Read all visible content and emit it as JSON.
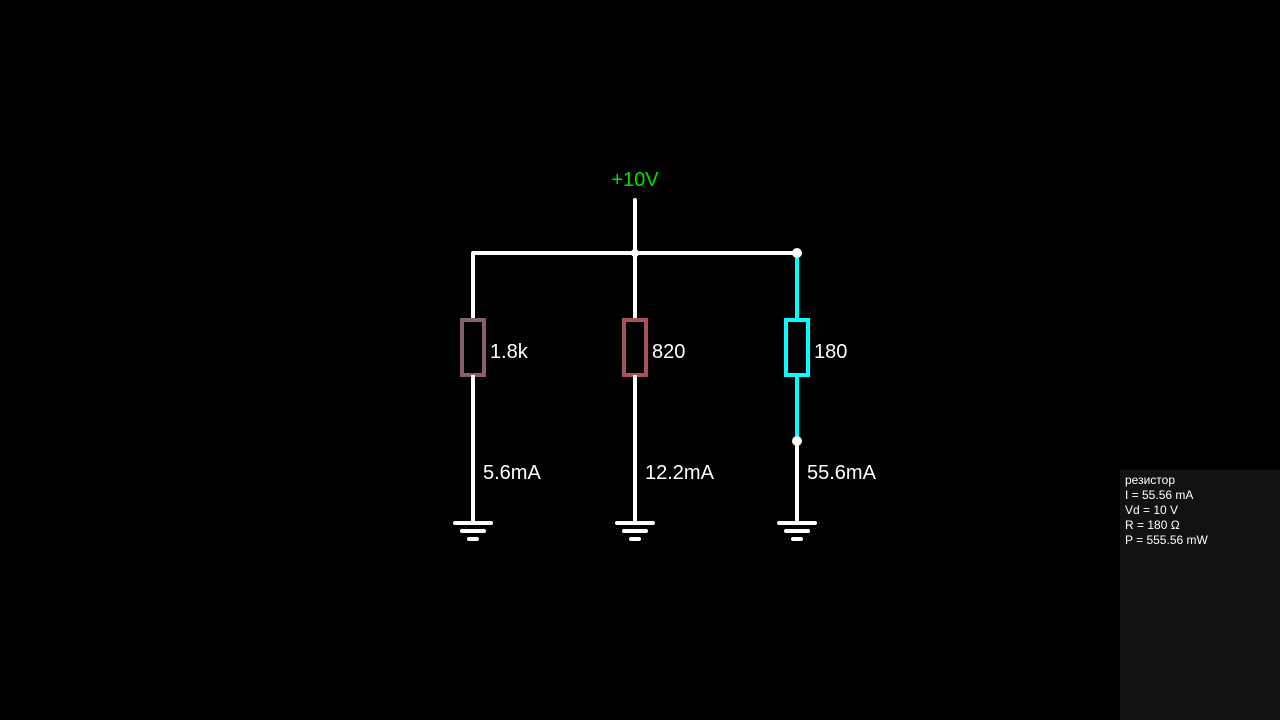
{
  "supply": {
    "label": "+10V",
    "color": "#00e000"
  },
  "wire_color": "#ffffff",
  "highlight_color": "#00ffff",
  "branches": [
    {
      "name": "branch-1",
      "resistor_label": "1.8k",
      "current_label": "5.6mA",
      "resistor_color": "#8a6068",
      "highlighted": false
    },
    {
      "name": "branch-2",
      "resistor_label": "820",
      "current_label": "12.2mA",
      "resistor_color": "#a8505c",
      "highlighted": false
    },
    {
      "name": "branch-3",
      "resistor_label": "180",
      "current_label": "55.6mA",
      "resistor_color": "#00ffff",
      "highlighted": true
    }
  ],
  "info_panel": {
    "lines": [
      "резистор",
      "I = 55.56 mA",
      "Vd = 10 V",
      "R = 180 Ω",
      "P = 555.56 mW"
    ]
  }
}
